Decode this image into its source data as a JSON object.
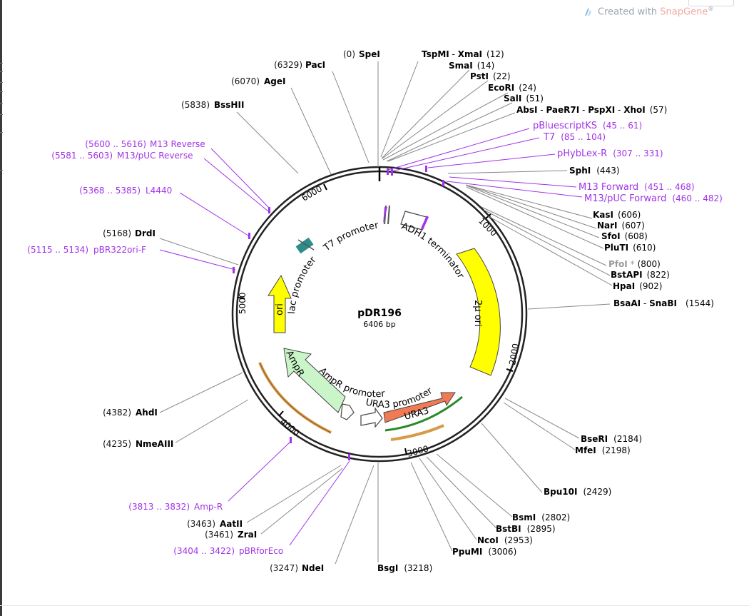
{
  "watermark": {
    "prefix": "Created with ",
    "brand": "SnapGene",
    "mark": "®"
  },
  "plasmid": {
    "name": "pDR196",
    "size": "6406 bp"
  },
  "ticks": [
    "1000",
    "2000",
    "3000",
    "4000",
    "5000",
    "6000"
  ],
  "features": {
    "t7_promoter": "T7 promoter",
    "adh1_terminator": "ADH1 terminator",
    "lac_promoter": "lac promoter",
    "ori": "ori",
    "two_micron_ori": "2μ ori",
    "ampr": "AmpR",
    "ampr_promoter": "AmpR promoter",
    "ura3_promoter": "URA3 promoter",
    "ura3": "URA3"
  },
  "enzymes": [
    {
      "pos": "(0)",
      "name": "SpeI"
    },
    {
      "pos": "(6329)",
      "name": "PacI"
    },
    {
      "pos": "(6070)",
      "name": "AgeI"
    },
    {
      "pos": "(5838)",
      "name": "BssHII"
    },
    {
      "pos": "(5168)",
      "name": "DrdI"
    },
    {
      "name": "TspMI",
      "sep": " - ",
      "name2": "XmaI",
      "pos": "(12)"
    },
    {
      "name": "SmaI",
      "pos": "(14)"
    },
    {
      "name": "PstI",
      "pos": "(22)"
    },
    {
      "name": "EcoRI",
      "pos": "(24)"
    },
    {
      "name": "SalI",
      "pos": "(51)"
    },
    {
      "name": "AbsI",
      "sep": " - ",
      "name2": "PaeR7I",
      "sep2": " - ",
      "name3": "PspXI",
      "sep3": " - ",
      "name4": "XhoI",
      "pos": "(57)"
    },
    {
      "name": "SphI",
      "pos": "(443)"
    },
    {
      "name": "KasI",
      "pos": "(606)"
    },
    {
      "name": "NarI",
      "pos": "(607)"
    },
    {
      "name": "SfoI",
      "pos": "(608)"
    },
    {
      "name": "PluTI",
      "pos": "(610)"
    },
    {
      "name": "PfoI",
      "star": " *",
      "pos": "(800)"
    },
    {
      "name": "BstAPI",
      "pos": "(822)"
    },
    {
      "name": "HpaI",
      "pos": "(902)"
    },
    {
      "name": "BsaAI",
      "sep": " - ",
      "name2": "SnaBI",
      "pos": "(1544)"
    },
    {
      "name": "BseRI",
      "pos": "(2184)"
    },
    {
      "name": "MfeI",
      "pos": "(2198)"
    },
    {
      "name": "Bpu10I",
      "pos": "(2429)"
    },
    {
      "name": "BsmI",
      "pos": "(2802)"
    },
    {
      "name": "BstBI",
      "pos": "(2895)"
    },
    {
      "name": "NcoI",
      "pos": "(2953)"
    },
    {
      "name": "PpuMI",
      "pos": "(3006)"
    },
    {
      "name": "BsgI",
      "pos": "(3218)"
    },
    {
      "pos": "(4382)",
      "name": "AhdI"
    },
    {
      "pos": "(4235)",
      "name": "NmeAIII"
    },
    {
      "pos": "(3463)",
      "name": "AatII"
    },
    {
      "pos": "(3461)",
      "name": "ZraI"
    },
    {
      "pos": "(3247)",
      "name": "NdeI"
    }
  ],
  "primers": [
    {
      "range": "(5600 .. 5616)",
      "name": "M13 Reverse"
    },
    {
      "range": "(5581 .. 5603)",
      "name": "M13/pUC Reverse"
    },
    {
      "range": "(5368 .. 5385)",
      "name": "L4440"
    },
    {
      "range": "(5115 .. 5134)",
      "name": "pBR322ori-F"
    },
    {
      "name": "pBluescriptKS",
      "range": "(45 .. 61)"
    },
    {
      "name": "T7",
      "range": "(85 .. 104)"
    },
    {
      "name": "pHybLex-R",
      "range": "(307 .. 331)"
    },
    {
      "name": "M13 Forward",
      "range": "(451 .. 468)"
    },
    {
      "name": "M13/pUC Forward",
      "range": "(460 .. 482)"
    },
    {
      "range": "(3813 .. 3832)",
      "name": "Amp-R"
    },
    {
      "range": "(3404 .. 3422)",
      "name": "pBRforEco"
    }
  ],
  "colors": {
    "primer": "#a133e8",
    "ura3": "#f07a54",
    "ori": "#ffff00",
    "ampr": "#c9f5c9",
    "leader": "#888888"
  }
}
